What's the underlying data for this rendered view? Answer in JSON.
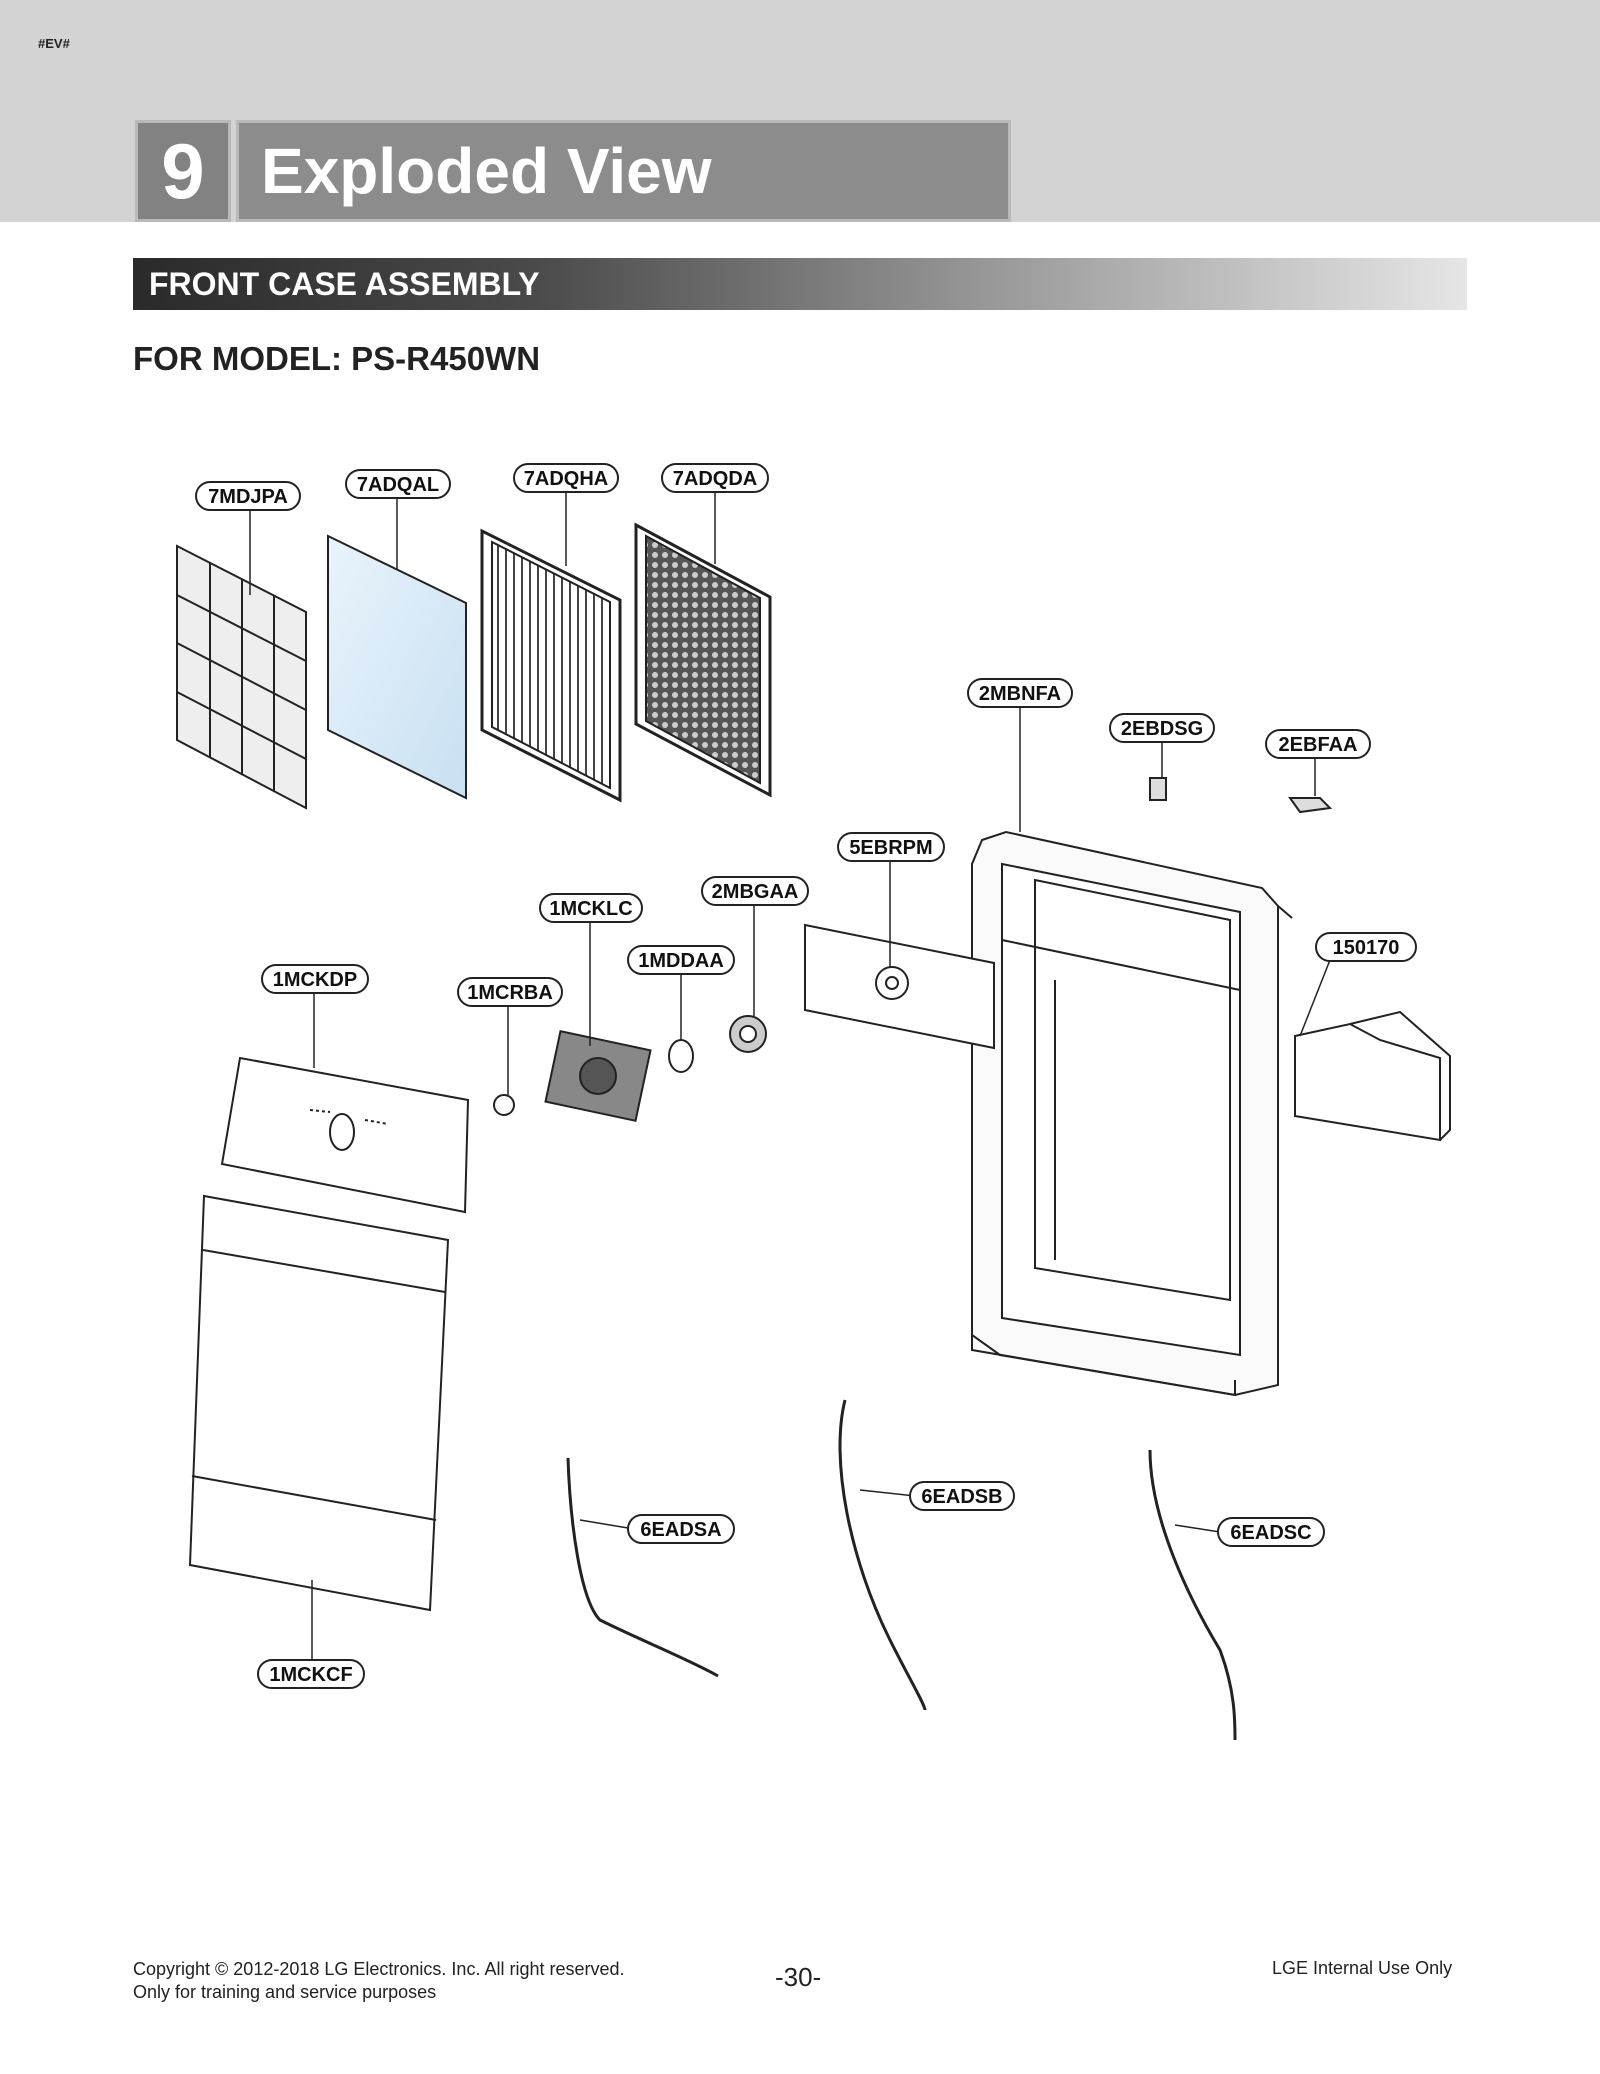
{
  "header": {
    "doc_tag": "#EV#",
    "chapter_number": "9",
    "chapter_title": "Exploded View"
  },
  "section": {
    "title": "FRONT CASE ASSEMBLY",
    "model_line": "FOR MODEL: PS-R450WN"
  },
  "parts": {
    "p1": "7MDJPA",
    "p2": "7ADQAL",
    "p3": "7ADQHA",
    "p4": "7ADQDA",
    "p5": "2MBNFA",
    "p6": "2EBDSG",
    "p7": "2EBFAA",
    "p8": "5EBRPM",
    "p9": "2MBGAA",
    "p10": "1MCKLC",
    "p11": "1MDDAA",
    "p12": "1MCKDP",
    "p13": "1MCRBA",
    "p14": "150170",
    "p15": "6EADSB",
    "p16": "6EADSA",
    "p17": "6EADSC",
    "p18": "1MCKCF"
  },
  "footer": {
    "copyright": "Copyright © 2012-2018 LG Electronics. Inc. All right reserved.",
    "purpose": "Only for training and service purposes",
    "page": "-30-",
    "usage": "LGE Internal Use Only"
  }
}
